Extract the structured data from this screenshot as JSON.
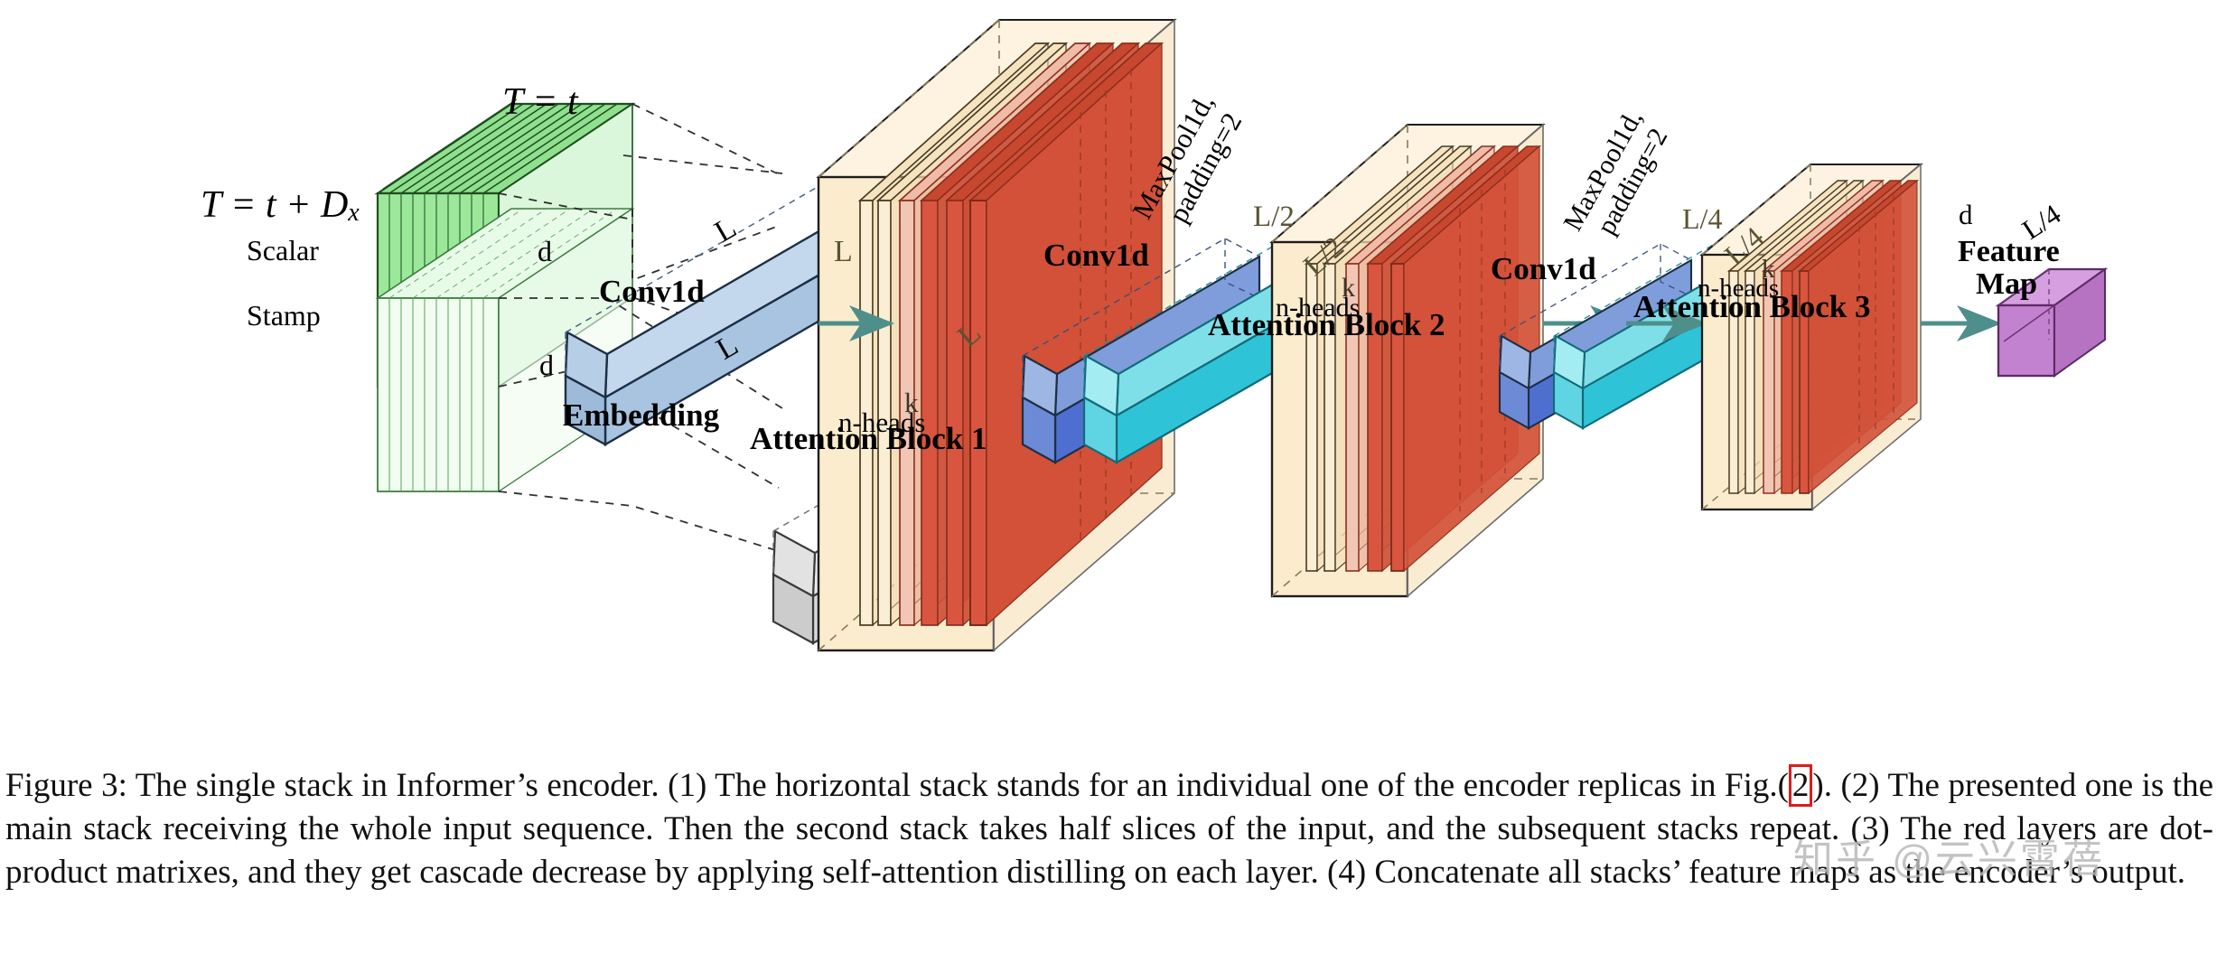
{
  "figure": {
    "domain": "diagram",
    "title": "Informer encoder single stack",
    "caption_parts": {
      "lead": "Figure 3: The single stack in Informer’s encoder. (1) The horizontal stack stands for an individual one of the encoder replicas in Fig.(",
      "ref": "2",
      "rest": "). (2) The presented one is the main stack receiving the whole input sequence. Then the second stack takes half slices of the input, and the subsequent stacks repeat. (3) The red layers are dot-product matrixes, and they get cascade decrease by applying self-attention distilling on each layer. (4) Concatenate all stacks’ feature maps as the encoder’s output."
    },
    "watermark": "知乎 @云兴霄蓓"
  },
  "labels": {
    "t_top": "T = t",
    "t_bottom": "T = t + D",
    "t_bottom_sub": "x",
    "scalar": "Scalar",
    "stamp": "Stamp",
    "embedding": "Embedding",
    "conv1d_1": "Conv1d",
    "conv1d_2": "Conv1d",
    "conv1d_3": "Conv1d",
    "attention_block_1": "Attention Block 1",
    "attention_block_2": "Attention Block 2",
    "attention_block_3": "Attention Block 3",
    "feature_map_line1": "Feature",
    "feature_map_line2": "Map",
    "plus": "+",
    "maxpool_1_l1": "MaxPool1d,",
    "maxpool_1_l2": "padding=2",
    "maxpool_2_l1": "MaxPool1d,",
    "maxpool_2_l2": "padding=2",
    "dim_d_scalar": "d",
    "dim_d_stamp": "d",
    "dim_d_feature": "d",
    "dim_L_blue": "L",
    "dim_L_gray": "L",
    "dim_L_block1_front": "L",
    "dim_L_block1_depth": "L",
    "dim_L2_block2_front": "L/2",
    "dim_L2_block2_depth": "L/2",
    "dim_L4_block3_front": "L/4",
    "dim_L4_block3_depth": "L/4",
    "dim_L4_feature": "L/4",
    "k_block1": "k",
    "k_block2": "k",
    "k_block3": "k",
    "nheads_block1": "n-heads",
    "nheads_block2": "n-heads",
    "nheads_block3": "n-heads"
  },
  "colors": {
    "green_fill": "#9be89b",
    "green_light": "#e8fbe8",
    "green_edge": "#2f6b2f",
    "blue_fill": "#a8c4e0",
    "blue_edge": "#1d2f45",
    "gray_fill": "#dcdcdc",
    "gray_edge": "#3a3a3a",
    "cream_fill": "#fbeccd",
    "cream_edge": "#4a3a20",
    "red_fill": "#d9553f",
    "red_light": "#f0b9a8",
    "red_edge": "#8a2f1c",
    "teal_arrow": "#4e8f8b",
    "plus_green": "#2faa55",
    "conv_blue": "#4f6fd0",
    "conv_cyan": "#2fc3d8",
    "purple_fill": "#c382cf",
    "purple_edge": "#5d2a66",
    "highlight_red": "#e01b1b"
  },
  "chart_data": {
    "type": "diagram",
    "title": "The single stack in Informer's encoder",
    "stages": [
      {
        "name": "input-scalar",
        "label": "Scalar",
        "shape": "green-grid-slab",
        "time_top": "T = t",
        "time_bottom": "T = t + D_x"
      },
      {
        "name": "input-stamp",
        "label": "Stamp",
        "shape": "light-green-grid-slab"
      },
      {
        "name": "embedding-scalar-conv",
        "label": "Conv1d",
        "dims": [
          "d",
          "L"
        ],
        "color": "blue"
      },
      {
        "name": "embedding-stamp",
        "label": "Embedding",
        "dims": [
          "d",
          "L"
        ],
        "color": "gray"
      },
      {
        "name": "sum",
        "label": "+",
        "shape": "circle",
        "color": "green"
      },
      {
        "name": "attention-block-1",
        "label": "Attention Block 1",
        "dims": [
          "L",
          "L",
          "k",
          "n-heads"
        ],
        "red_layers": 4
      },
      {
        "name": "conv1d-1",
        "label": "Conv1d",
        "color": "blue-cyan"
      },
      {
        "name": "maxpool-1",
        "label": "MaxPool1d, padding=2"
      },
      {
        "name": "attention-block-2",
        "label": "Attention Block 2",
        "dims": [
          "L/2",
          "L/2",
          "k",
          "n-heads"
        ],
        "red_layers": 4
      },
      {
        "name": "conv1d-2",
        "label": "Conv1d",
        "color": "blue-cyan"
      },
      {
        "name": "maxpool-2",
        "label": "MaxPool1d, padding=2"
      },
      {
        "name": "attention-block-3",
        "label": "Attention Block 3",
        "dims": [
          "L/4",
          "L/4",
          "k",
          "n-heads"
        ],
        "red_layers": 4
      },
      {
        "name": "feature-map",
        "label": "Feature Map",
        "dims": [
          "d",
          "L/4"
        ],
        "color": "purple"
      }
    ]
  }
}
